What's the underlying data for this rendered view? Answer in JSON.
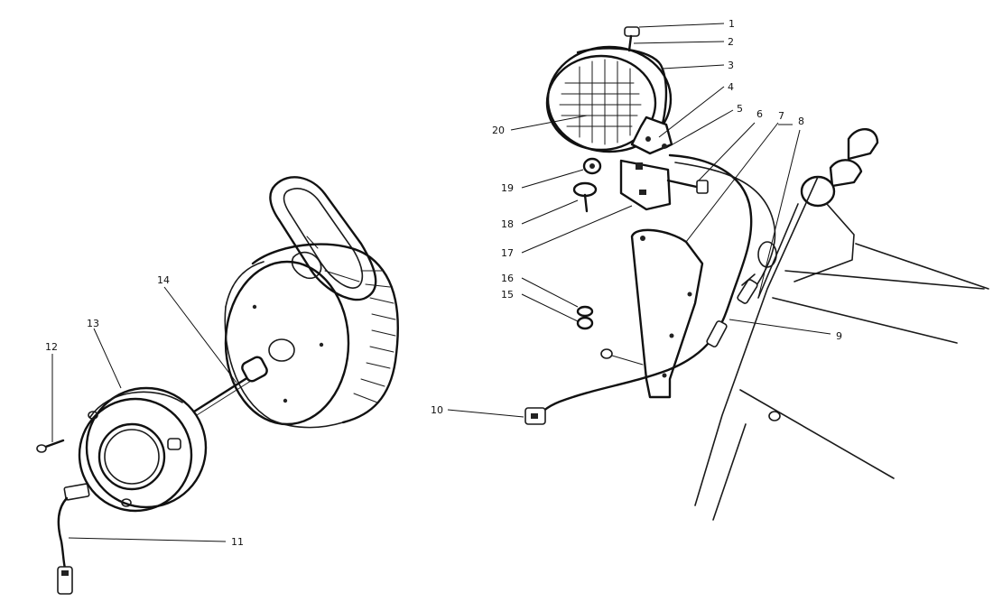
{
  "callouts": [
    {
      "id": "1",
      "label": "1"
    },
    {
      "id": "2",
      "label": "2"
    },
    {
      "id": "3",
      "label": "3"
    },
    {
      "id": "4",
      "label": "4"
    },
    {
      "id": "5",
      "label": "5"
    },
    {
      "id": "6",
      "label": "6"
    },
    {
      "id": "7",
      "label": "7"
    },
    {
      "id": "8",
      "label": "8"
    },
    {
      "id": "9",
      "label": "9"
    },
    {
      "id": "10",
      "label": "10"
    },
    {
      "id": "11",
      "label": "11"
    },
    {
      "id": "12",
      "label": "12"
    },
    {
      "id": "13",
      "label": "13"
    },
    {
      "id": "14",
      "label": "14"
    },
    {
      "id": "15",
      "label": "15"
    },
    {
      "id": "16",
      "label": "16"
    },
    {
      "id": "17",
      "label": "17"
    },
    {
      "id": "18",
      "label": "18"
    },
    {
      "id": "19",
      "label": "19"
    },
    {
      "id": "20",
      "label": "20"
    }
  ],
  "colors": {
    "ink": "#1a1a1a",
    "paper": "#ffffff"
  }
}
